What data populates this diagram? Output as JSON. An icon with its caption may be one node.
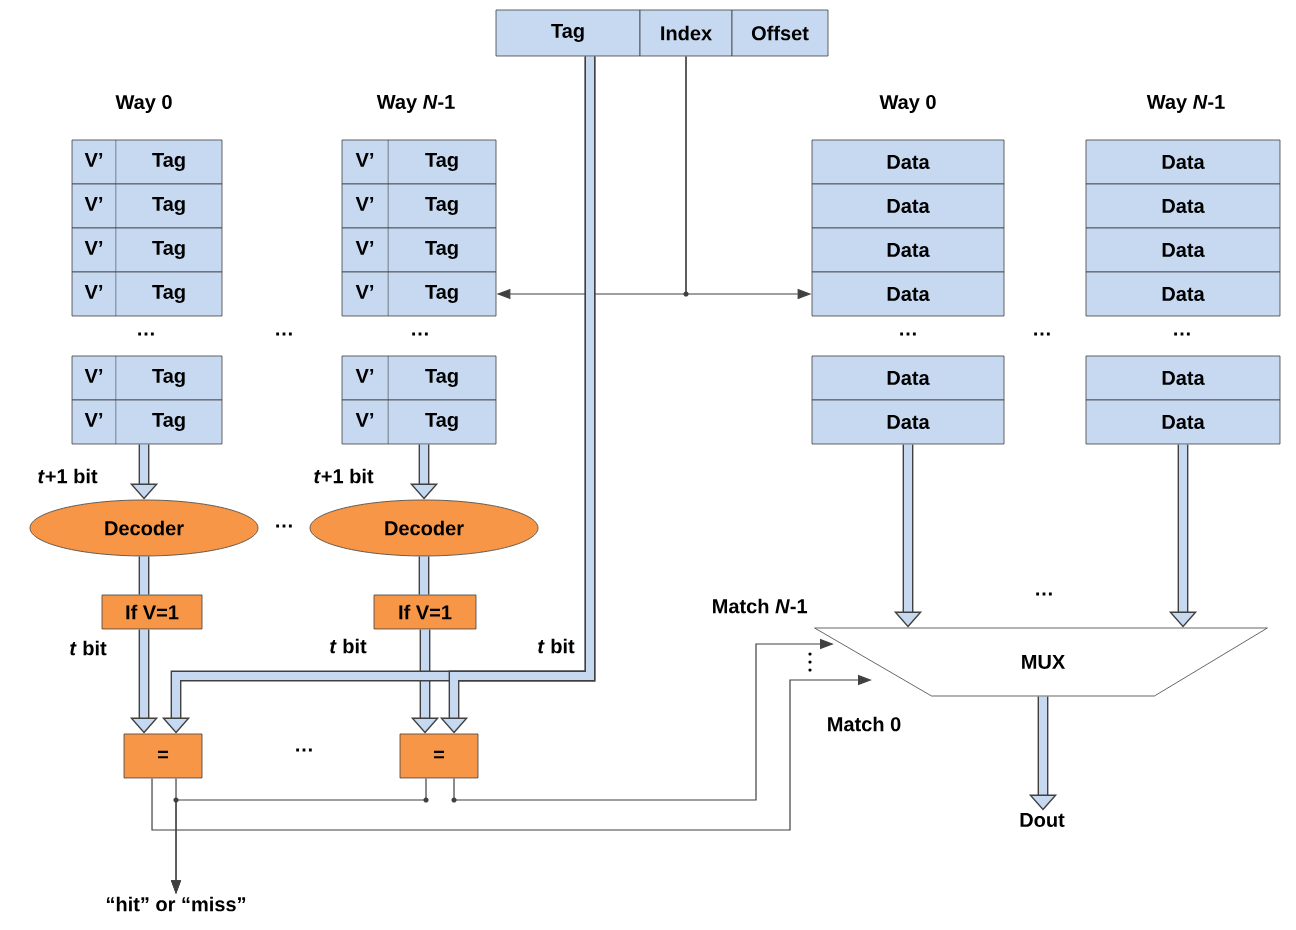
{
  "diagram": {
    "nodes": [
      {
        "text": [
          "Tag"
        ]
      },
      {
        "text": [
          "Index"
        ]
      },
      {
        "text": [
          "Offset"
        ]
      },
      {
        "text": [
          "V’",
          "Tag"
        ]
      },
      {
        "text": [
          "V’",
          "Tag"
        ]
      },
      {
        "text": [
          "V’",
          "Tag"
        ]
      },
      {
        "text": [
          "V’",
          "Tag"
        ]
      },
      {
        "text": [
          "V’",
          "Tag"
        ]
      },
      {
        "text": [
          "V’",
          "Tag"
        ]
      },
      {
        "text": [
          "V’",
          "Tag"
        ]
      },
      {
        "text": [
          "V’",
          "Tag"
        ]
      },
      {
        "text": [
          "V’",
          "Tag"
        ]
      },
      {
        "text": [
          "V’",
          "Tag"
        ]
      },
      {
        "text": [
          "V’",
          "Tag"
        ]
      },
      {
        "text": [
          "V’",
          "Tag"
        ]
      },
      {
        "text": [
          "Data"
        ]
      },
      {
        "text": [
          "Data"
        ]
      },
      {
        "text": [
          "Data"
        ]
      },
      {
        "text": [
          "Data"
        ]
      },
      {
        "text": [
          "Data"
        ]
      },
      {
        "text": [
          "Data"
        ]
      },
      {
        "text": [
          "Data"
        ]
      },
      {
        "text": [
          "Data"
        ]
      },
      {
        "text": [
          "Data"
        ]
      },
      {
        "text": [
          "Data"
        ]
      },
      {
        "text": [
          "Data"
        ]
      },
      {
        "text": [
          "Data"
        ]
      },
      {
        "text": [
          "Decoder"
        ]
      },
      {
        "text": [
          "Decoder"
        ]
      },
      {
        "text": [
          "If V=1"
        ]
      },
      {
        "text": [
          "If V=1"
        ]
      },
      {
        "text": [
          "="
        ]
      },
      {
        "text": [
          "="
        ]
      },
      {
        "text": [
          "MUX"
        ]
      },
      {
        "text": [
          "Dout"
        ]
      },
      {
        "text": [
          "“hit” or “miss”"
        ]
      }
    ],
    "edges": [
      {
        "from": 1,
        "to": 12,
        "arrow": "to"
      },
      {
        "from": 1,
        "to": 18,
        "arrow": "to"
      },
      {
        "from": 8,
        "to": 27,
        "arrow": "to",
        "label": "*t*+1 bit"
      },
      {
        "from": 14,
        "to": 28,
        "arrow": "to",
        "label": "*t*+1 bit"
      },
      {
        "from": 27,
        "to": 29,
        "arrow": "none"
      },
      {
        "from": 28,
        "to": 30,
        "arrow": "none"
      },
      {
        "from": 29,
        "to": 31,
        "arrow": "to",
        "label": "*t* bit"
      },
      {
        "from": 30,
        "to": 32,
        "arrow": "to",
        "label": "*t* bit"
      },
      {
        "from": 0,
        "to": 31,
        "arrow": "to"
      },
      {
        "from": 0,
        "to": 32,
        "arrow": "to",
        "label": "*t* bit"
      },
      {
        "from": 20,
        "to": 33,
        "arrow": "to"
      },
      {
        "from": 26,
        "to": 33,
        "arrow": "to"
      },
      {
        "from": 31,
        "to": 33,
        "arrow": "to",
        "label": "Match 0"
      },
      {
        "from": 32,
        "to": 33,
        "arrow": "to",
        "label": "Match *N*-1"
      },
      {
        "from": 31,
        "to": 35,
        "arrow": "to"
      },
      {
        "from": 32,
        "to": 35,
        "arrow": "to"
      },
      {
        "from": 33,
        "to": 34,
        "arrow": "to"
      }
    ],
    "labels": [
      "Way 0",
      "Way *N*-1",
      "Way 0",
      "Way *N*-1",
      "…",
      "…",
      "…",
      "…",
      "…",
      "…",
      "…",
      "…",
      "…"
    ]
  }
}
